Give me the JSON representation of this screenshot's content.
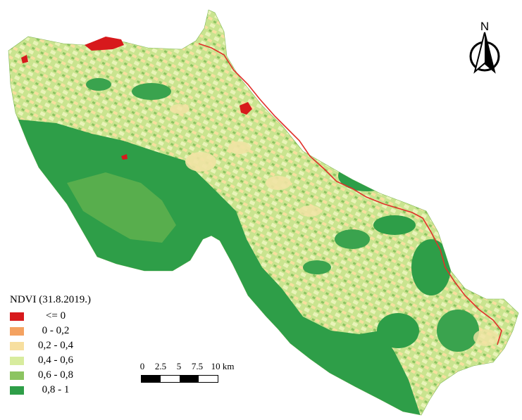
{
  "legend": {
    "title": "NDVI (31.8.2019.)",
    "classes": [
      {
        "label": "<= 0",
        "color": "#d7191c"
      },
      {
        "label": "0 - 0,2",
        "color": "#f4a261"
      },
      {
        "label": "0,2 - 0,4",
        "color": "#f7df9f"
      },
      {
        "label": "0,4 - 0,6",
        "color": "#d8ec9e"
      },
      {
        "label": "0,6 - 0,8",
        "color": "#8cc461"
      },
      {
        "label": "0,8 - 1",
        "color": "#2e9e48"
      }
    ]
  },
  "scale_bar": {
    "labels": [
      "0",
      "2.5",
      "5",
      "7.5",
      "10 km"
    ]
  },
  "north_arrow": {
    "letter": "N",
    "icon": "north-arrow-icon"
  },
  "colors": {
    "river": "#e0302a",
    "urban": "#d7191c",
    "dense_vegetation": "#2e9e48",
    "medium_vegetation": "#8cc461",
    "sparse_vegetation": "#d8ec9e",
    "low_vegetation": "#f7df9f"
  }
}
